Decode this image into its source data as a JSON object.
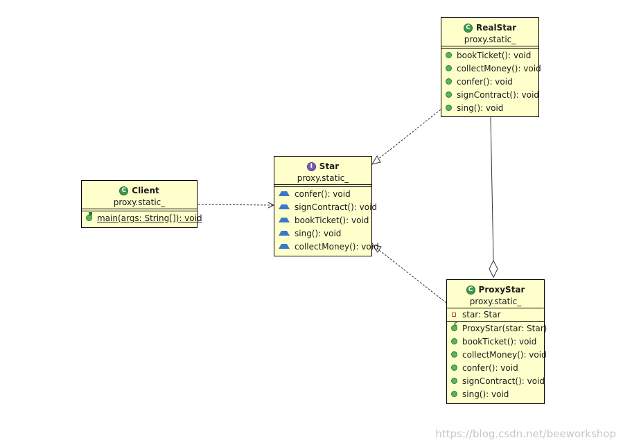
{
  "classes": {
    "realstar": {
      "name": "RealStar",
      "package": "proxy.static_",
      "icon": "class-icon",
      "methods": [
        "bookTicket(): void",
        "collectMoney(): void",
        "confer(): void",
        "signContract(): void",
        "sing(): void"
      ]
    },
    "star": {
      "name": "Star",
      "package": "proxy.static_",
      "icon": "interface-icon",
      "methods": [
        "confer(): void",
        "signContract(): void",
        "bookTicket(): void",
        "sing(): void",
        "collectMoney(): void"
      ]
    },
    "client": {
      "name": "Client",
      "package": "proxy.static_",
      "icon": "class-icon",
      "methods": [
        "main(args: String[]): void"
      ]
    },
    "proxystar": {
      "name": "ProxyStar",
      "package": "proxy.static_",
      "icon": "class-icon",
      "fields": [
        "star: Star"
      ],
      "methods": [
        "ProxyStar(star: Star)",
        "bookTicket(): void",
        "collectMoney(): void",
        "confer(): void",
        "signContract(): void",
        "sing(): void"
      ]
    }
  },
  "icon_glyphs": {
    "class": "C",
    "interface": "I"
  },
  "watermark": "https://blog.csdn.net/beeworkshop",
  "colors": {
    "box_fill": "#ffffcc",
    "class_icon": "#3d9a4e",
    "interface_icon": "#7a5cb8",
    "public_method": "#58b55a",
    "abstract_method": "#3a78c8"
  }
}
